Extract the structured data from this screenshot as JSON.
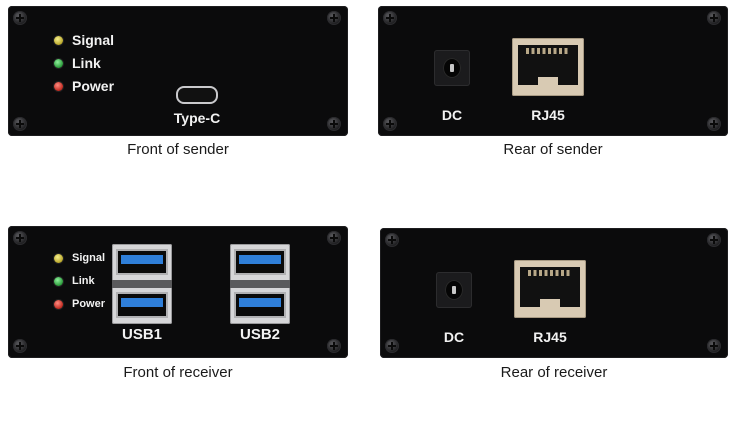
{
  "panels": {
    "front_sender": {
      "caption": "Front of sender",
      "leds": [
        {
          "label": "Signal",
          "color": "yellow"
        },
        {
          "label": "Link",
          "color": "green"
        },
        {
          "label": "Power",
          "color": "red"
        }
      ],
      "port_label": "Type-C"
    },
    "rear_sender": {
      "caption": "Rear of sender",
      "dc_label": "DC",
      "rj45_label": "RJ45"
    },
    "front_receiver": {
      "caption": "Front of receiver",
      "leds": [
        {
          "label": "Signal",
          "color": "yellow"
        },
        {
          "label": "Link",
          "color": "green"
        },
        {
          "label": "Power",
          "color": "red"
        }
      ],
      "usb1_label": "USB1",
      "usb2_label": "USB2"
    },
    "rear_receiver": {
      "caption": "Rear of receiver",
      "dc_label": "DC",
      "rj45_label": "RJ45"
    }
  },
  "colors": {
    "panel_body": "#0b0b0c",
    "led_yellow": "#d9cc4a",
    "led_green": "#3cc24e",
    "led_red": "#e0392e",
    "usb_tongue": "#2f7fd9",
    "rj45_housing": "#d8cab3"
  }
}
